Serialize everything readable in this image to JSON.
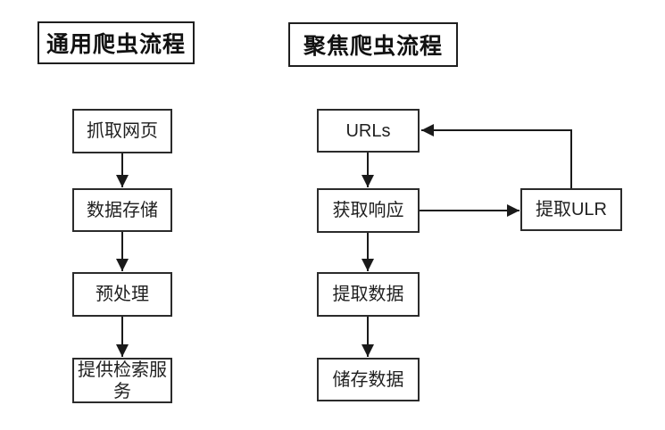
{
  "colors": {
    "line": "#1a1a1a",
    "box_border": "#2b2b2b",
    "background": "#ffffff"
  },
  "left_flow": {
    "title": "通用爬虫流程",
    "steps": [
      "抓取网页",
      "数据存储",
      "预处理",
      "提供检索服务"
    ]
  },
  "right_flow": {
    "title": "聚焦爬虫流程",
    "steps": [
      "URLs",
      "获取响应",
      "提取数据",
      "储存数据"
    ],
    "side_step": "提取ULR"
  }
}
